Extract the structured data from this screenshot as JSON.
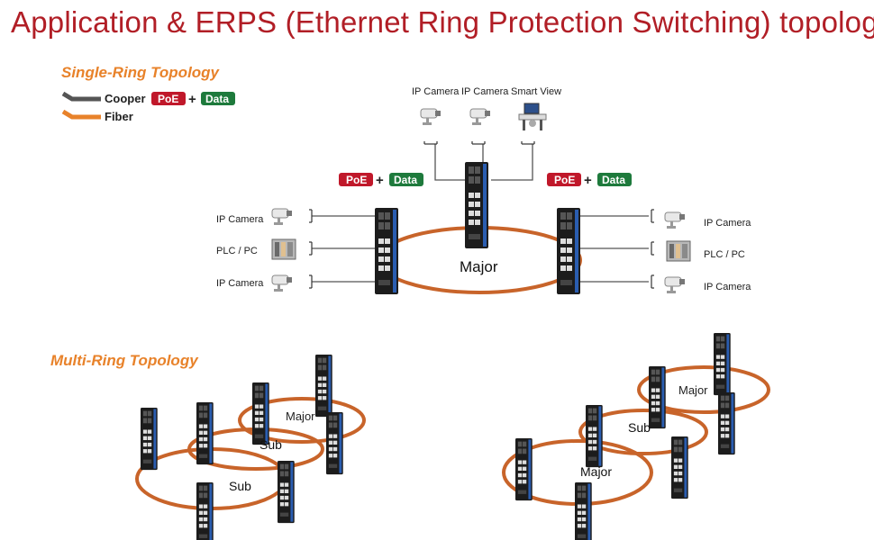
{
  "title": "Application & ERPS (Ethernet  Ring Protection Switching) topology",
  "single_ring": {
    "heading": "Single-Ring Topology",
    "legend": {
      "copper": "Cooper",
      "fiber": "Fiber",
      "poe": "PoE",
      "plus": "+",
      "data": "Data"
    },
    "badges": {
      "poe": "PoE",
      "plus": "+",
      "data": "Data"
    },
    "ring_label": "Major",
    "top_devices": [
      "IP Camera",
      "IP Camera",
      "Smart View"
    ],
    "left_devices": [
      "IP Camera",
      "PLC / PC",
      "IP Camera"
    ],
    "right_devices": [
      "IP Camera",
      "PLC / PC",
      "IP Camera"
    ]
  },
  "multi_ring": {
    "heading": "Multi-Ring Topology",
    "left": {
      "major": "Major",
      "sub_inner": "Sub",
      "sub_outer": "Sub"
    },
    "right": {
      "major_top": "Major",
      "sub": "Sub",
      "major_bottom": "Major"
    }
  },
  "colors": {
    "title": "#b11e26",
    "heading": "#e8822a",
    "fiber": "#c8642a",
    "copper": "#555555",
    "poe": "#c0182a",
    "data": "#1e7a3c",
    "switch_accent": "#2a5db0"
  }
}
